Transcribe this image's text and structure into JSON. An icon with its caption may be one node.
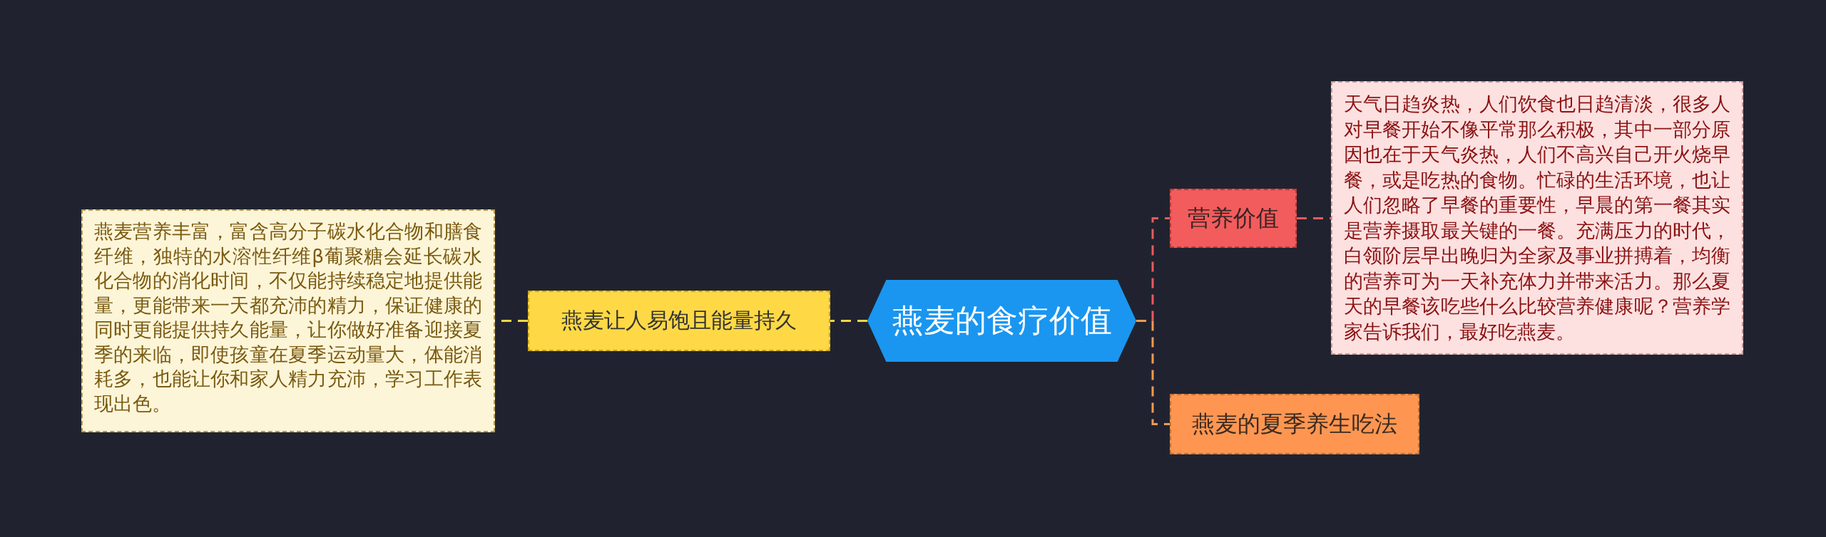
{
  "diagram": {
    "nodes": [
      {
        "text": [
          "燕麦的食疗价值"
        ]
      },
      {
        "text": [
          "燕麦让人易饱且能量持久"
        ]
      },
      {
        "text": [
          "燕麦营养丰富，富含高分子碳水化合物和膳食纤维，独特的水溶性纤维β葡聚糖会延长碳水化合物的消化时间，不仅能持续稳定地提供能量，更能带来一天都充沛的精力，保证健康的同时更能提供持久能量，让你做好准备迎接夏季的来临，即使孩童在夏季运动量大，体能消耗多，也能让你和家人精力充沛，学习工作表现出色。"
        ]
      },
      {
        "text": [
          "营养价值"
        ]
      },
      {
        "text": [
          "天气日趋炎热，人们饮食也日趋清淡，很多人对早餐开始不像平常那么积极，其中一部分原因也在于天气炎热，人们不高兴自己开火烧早餐，或是吃热的食物。忙碌的生活环境，也让人们忽略了早餐的重要性，早晨的第一餐其实是营养摄取最关键的一餐。充满压力的时代，白领阶层早出晚归为全家及事业拼搏着，均衡的营养可为一天补充体力并带来活力。那么夏天的早餐该吃些什么比较营养健康呢？营养学家告诉我们，最好吃燕麦。"
        ]
      },
      {
        "text": [
          "燕麦的夏季养生吃法"
        ]
      }
    ],
    "edges": [
      {
        "from": 0,
        "to": 1,
        "arrow": "none",
        "color": "#f5d547"
      },
      {
        "from": 1,
        "to": 2,
        "arrow": "none",
        "color": "#f5d547"
      },
      {
        "from": 0,
        "to": 3,
        "arrow": "none",
        "color": "#e85a5f"
      },
      {
        "from": 3,
        "to": 4,
        "arrow": "none",
        "color": "#e85a5f"
      },
      {
        "from": 0,
        "to": 5,
        "arrow": "none",
        "color": "#f59a55"
      }
    ]
  }
}
